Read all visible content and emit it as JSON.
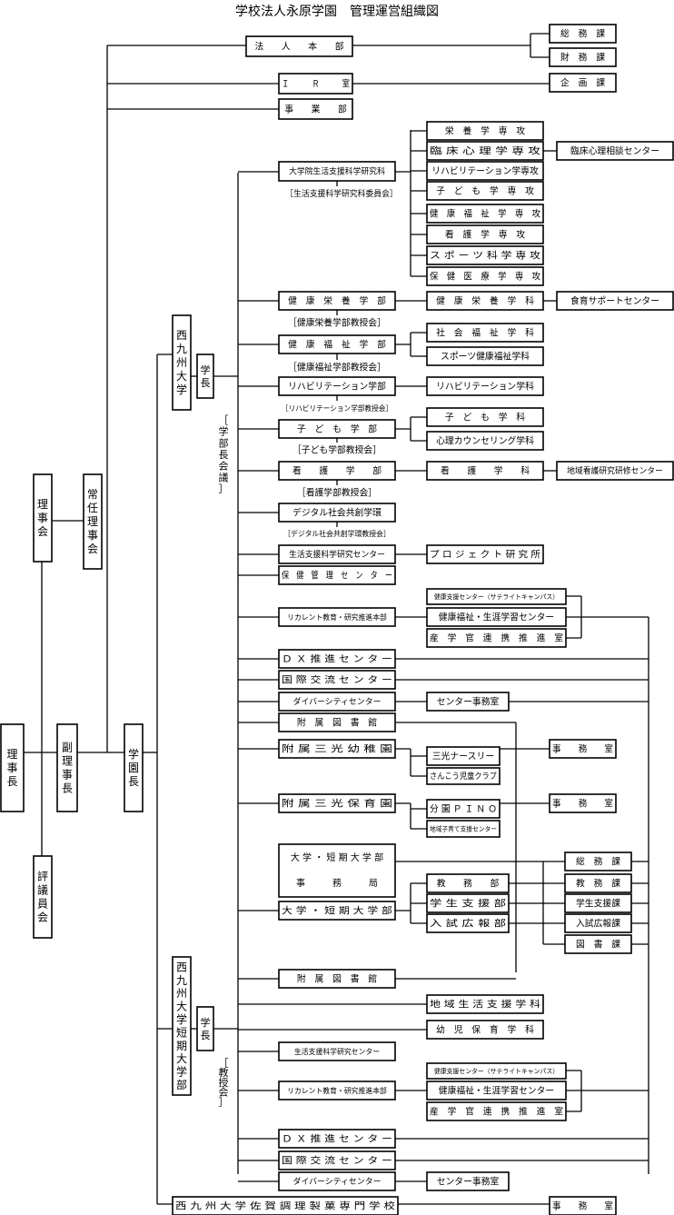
{
  "title": "学校法人永原学園　管理運営組織図",
  "labels": {
    "rijicho": "理事長",
    "rijikai": "理事会",
    "joninrijikai": "常任理事会",
    "hyogiinkai": "評議員会",
    "fukurijicho": "副理事長",
    "gakuencho": "学園長",
    "hojin_honbu": "法　　人　　本　　部",
    "somu_ka": "総　務　課",
    "zaimu_ka": "財　務　課",
    "ir_shitsu": "Ｉ　　　Ｒ　　　室",
    "kikaku_ka": "企　画　課",
    "jigyobu": "事　　業　　部",
    "nishikyushu_univ": "西九州大学",
    "gakucho": "学長",
    "gakubucho_kaigi": "［学部長会議］",
    "daigakuin": "大学院生活支援科学研究科",
    "daigakuin_iinkai": "［生活支援科学研究科委員会］",
    "eiyogaku_senko": "栄　養　学　専　攻",
    "rinsho_senko": "臨 床 心 理 学 専 攻",
    "rinsho_center": "臨床心理相談センター",
    "riha_senko": "リハビリテーション学専攻",
    "kodomo_senko": "子　ど　も　学　専　攻",
    "kenko_fukushi_senko": "健　康　福　祉　学　専　攻",
    "kango_senko": "看　護　学　専　攻",
    "sports_senko": "ス ポ ー ツ 科 学 専 攻",
    "hoken_senko": "保　健　医　療　学　専　攻",
    "kenko_eiyo_gakubu": "健　康　栄　養　学　部",
    "kenko_eiyo_gakka": "健　康　栄　養　学　科",
    "shoku_center": "食育サポートセンター",
    "kenko_eiyo_kyojukai": "［健康栄養学部教授会］",
    "kenko_fukushi_gakubu": "健　康　福　祉　学　部",
    "shakai_fukushi_gakka": "社　会　福　祉　学　科",
    "sports_kenko_gakka": "スポーツ健康福祉学科",
    "kenko_fukushi_kyojukai": "［健康福祉学部教授会］",
    "riha_gakubu": "リハビリテーション学部",
    "riha_gakka": "リハビリテーション学科",
    "riha_kyojukai": "［リハビリテーション学部教授会］",
    "kodomo_gakubu": "子　ど　も　学　部",
    "kodomo_gakka": "子　ど　も　学　科",
    "shinri_gakka": "心理カウンセリング学科",
    "kodomo_kyojukai": "［子ども学部教授会］",
    "kango_gakubu": "看　　護　　学　　部",
    "kango_gakka": "看　　護　　学　　科",
    "chiiki_kango_center": "地域看護研究研修センター",
    "kango_kyojukai": "［看護学部教授会］",
    "digital_gakkan": "デジタル社会共創学環",
    "digital_kyojukai": "［デジタル社会共創学環教授会］",
    "seikatsu_center": "生活支援科学研究センター",
    "project_kenkyusho": "プ ロ ジ ェ ク ト 研 究 所",
    "hoken_kanri": "保　健　管　理　セ　ン　タ　ー",
    "recurrent": "リカレント教育・研究推進本部",
    "satellite": "健康支援センター（サテライトキャンパス）",
    "shogai_center": "健康福祉・生涯学習センター",
    "sangakukan": "産　学　官　連　携　推　進　室",
    "dx_center": "Ｄ Ｘ 推 進 セ ン タ ー",
    "kokusai_center": "国 際 交 流 セ ン タ ー",
    "diversity": "ダイバーシティセンター",
    "center_jimushitsu": "センター事務室",
    "fuzoku_toshokan": "附　属　図　書　館",
    "fuzoku_yochien": "附 属 三 光 幼 稚 園",
    "sanko_nursery": "三光ナースリー",
    "sanko_jido": "さんこう児童クラブ",
    "jimushitsu": "事　　務　　室",
    "fuzoku_hoikuen": "附 属 三 光 保 育 園",
    "bunen_pino": "分 園 Ｐ Ｉ Ｎ Ｏ",
    "chiiki_kosodate": "地域子育て支援センター",
    "jimukyoku_1": "大 学 ・ 短 期 大 学 部",
    "jimukyoku_2": "事　　　務　　　局",
    "kyomu_bu": "教　　務　　部",
    "gakusei_bu": "学 生 支 援 部",
    "nyushi_bu": "入 試 広 報 部",
    "somu_ka2": "総　務　課",
    "kyomu_ka": "教　務　課",
    "gakusei_ka": "学生支援課",
    "nyushi_ka": "入試広報課",
    "tosho_ka": "図　書　課",
    "daigaku_tanki": "大 学 ・ 短 期 大 学 部",
    "tanki_daigaku": "西九州大学短期大学部",
    "kyojukai": "［教授会］",
    "chiiki_seikatsu_gakka": "地 域 生 活 支 援 学 科",
    "yoji_hoiku_gakka": "幼　児　保　育　学　科",
    "senmon_gakko": "西 九 州 大 学 佐 賀 調 理 製 菓 専 門 学 校"
  }
}
